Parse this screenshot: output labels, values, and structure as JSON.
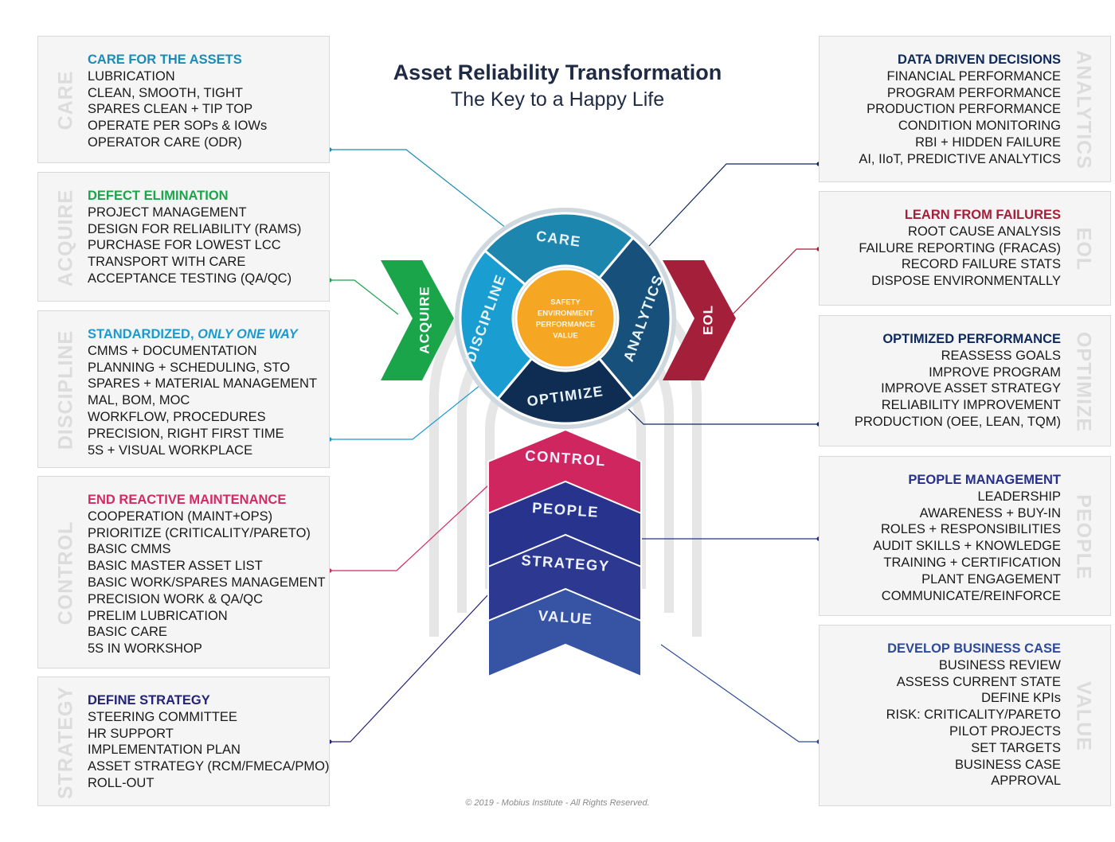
{
  "header": {
    "title": "Asset Reliability Transformation",
    "subtitle": "The Key to a Happy Life"
  },
  "colors": {
    "care": "#1b8cb5",
    "acquire": "#1aa54a",
    "discipline": "#1b9ad1",
    "control": "#d42a63",
    "strategy": "#23237a",
    "analytics": "#0e2a5c",
    "eol": "#a31f3a",
    "optimize": "#0e2a5c",
    "people": "#26308c",
    "value": "#2d4b9a",
    "center": "#f5a623"
  },
  "left_panels": [
    {
      "side": "CARE",
      "heading": "CARE FOR THE ASSETS",
      "items": [
        "LUBRICATION",
        "CLEAN, SMOOTH, TIGHT",
        "SPARES CLEAN + TIP TOP",
        "OPERATE PER SOPs & IOWs",
        "OPERATOR CARE (ODR)"
      ]
    },
    {
      "side": "ACQUIRE",
      "heading": "DEFECT ELIMINATION",
      "items": [
        "PROJECT MANAGEMENT",
        "DESIGN FOR RELIABILITY (RAMS)",
        "PURCHASE FOR LOWEST LCC",
        "TRANSPORT WITH CARE",
        "ACCEPTANCE TESTING (QA/QC)"
      ]
    },
    {
      "side": "DISCIPLINE",
      "heading": "STANDARDIZED,",
      "heading_italic": "ONLY ONE WAY",
      "items": [
        "CMMS + DOCUMENTATION",
        "PLANNING + SCHEDULING, STO",
        "SPARES + MATERIAL MANAGEMENT",
        "MAL, BOM, MOC",
        "WORKFLOW, PROCEDURES",
        "PRECISION, RIGHT FIRST TIME",
        "5S + VISUAL WORKPLACE"
      ]
    },
    {
      "side": "CONTROL",
      "heading": "END REACTIVE MAINTENANCE",
      "items": [
        "COOPERATION (MAINT+OPS)",
        "PRIORITIZE (CRITICALITY/PARETO)",
        "BASIC CMMS",
        "BASIC MASTER ASSET LIST",
        "BASIC WORK/SPARES MANAGEMENT",
        "PRECISION WORK & QA/QC",
        "PRELIM LUBRICATION",
        "BASIC CARE",
        "5S IN WORKSHOP"
      ]
    },
    {
      "side": "STRATEGY",
      "heading": "DEFINE STRATEGY",
      "items": [
        "STEERING COMMITTEE",
        "HR SUPPORT",
        "IMPLEMENTATION PLAN",
        "ASSET STRATEGY (RCM/FMECA/PMO)",
        "ROLL-OUT"
      ]
    }
  ],
  "right_panels": [
    {
      "side": "ANALYTICS",
      "heading": "DATA DRIVEN DECISIONS",
      "items": [
        "FINANCIAL PERFORMANCE",
        "PROGRAM PERFORMANCE",
        "PRODUCTION PERFORMANCE",
        "CONDITION MONITORING",
        "RBI + HIDDEN FAILURE",
        "AI, IIoT, PREDICTIVE ANALYTICS"
      ]
    },
    {
      "side": "EOL",
      "heading": "LEARN FROM FAILURES",
      "items": [
        "ROOT CAUSE ANALYSIS",
        "FAILURE REPORTING (FRACAS)",
        "RECORD FAILURE STATS",
        "DISPOSE ENVIRONMENTALLY"
      ]
    },
    {
      "side": "OPTIMIZE",
      "heading": "OPTIMIZED PERFORMANCE",
      "items": [
        "REASSESS GOALS",
        "IMPROVE PROGRAM",
        "IMPROVE ASSET STRATEGY",
        "RELIABILITY IMPROVEMENT",
        "PRODUCTION (OEE, LEAN, TQM)"
      ]
    },
    {
      "side": "PEOPLE",
      "heading": "PEOPLE MANAGEMENT",
      "items": [
        "LEADERSHIP",
        "AWARENESS + BUY-IN",
        "ROLES + RESPONSIBILITIES",
        "AUDIT SKILLS + KNOWLEDGE",
        "TRAINING + CERTIFICATION",
        "PLANT ENGAGEMENT",
        "COMMUNICATE/REINFORCE"
      ]
    },
    {
      "side": "VALUE",
      "heading": "DEVELOP BUSINESS CASE",
      "items": [
        "BUSINESS REVIEW",
        "ASSESS CURRENT STATE",
        "DEFINE KPIs",
        "RISK: CRITICALITY/PARETO",
        "PILOT PROJECTS",
        "SET TARGETS",
        "BUSINESS CASE",
        "APPROVAL"
      ]
    }
  ],
  "diagram": {
    "ring": [
      "CARE",
      "ANALYTICS",
      "OPTIMIZE",
      "DISCIPLINE"
    ],
    "center": [
      "SAFETY",
      "ENVIRONMENT",
      "PERFORMANCE",
      "VALUE"
    ],
    "left_arrow": "ACQUIRE",
    "right_arrow": "EOL",
    "chevrons": [
      "CONTROL",
      "PEOPLE",
      "STRATEGY",
      "VALUE"
    ]
  },
  "footer": {
    "copyright": "© 2019 - Mobius Institute - All Rights Reserved."
  }
}
